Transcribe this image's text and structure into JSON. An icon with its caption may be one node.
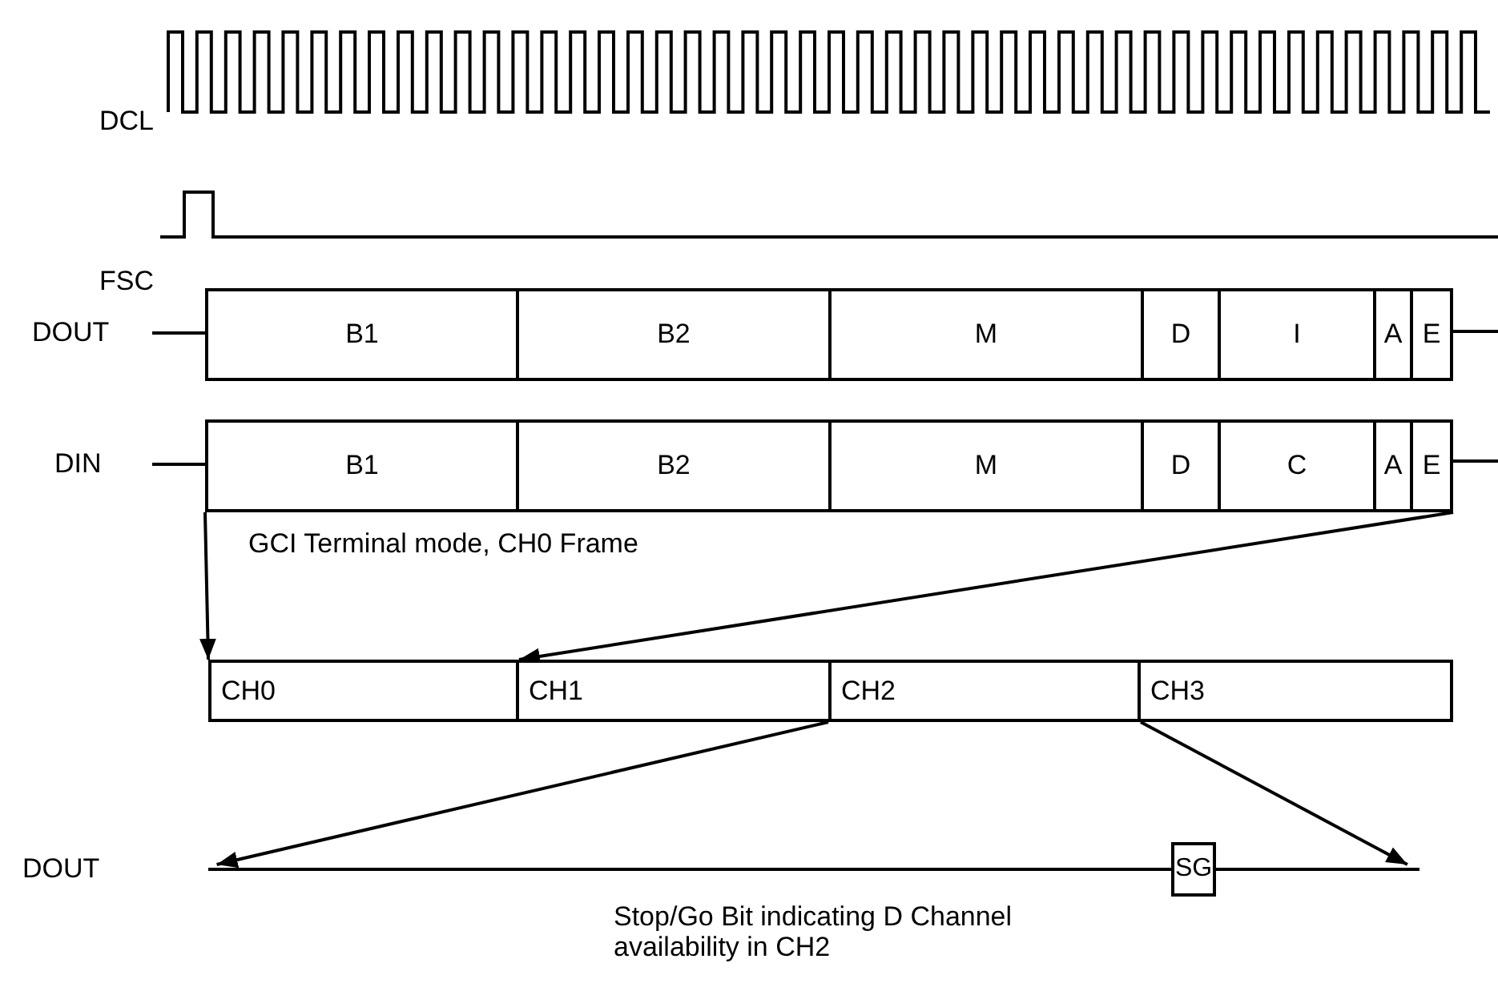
{
  "diagram": {
    "nodes": [
      {
        "text": [
          "B1"
        ]
      },
      {
        "text": [
          "B2"
        ]
      },
      {
        "text": [
          "M"
        ]
      },
      {
        "text": [
          "D"
        ]
      },
      {
        "text": [
          "I"
        ]
      },
      {
        "text": [
          "A"
        ]
      },
      {
        "text": [
          "E"
        ]
      },
      {
        "text": [
          "B1"
        ]
      },
      {
        "text": [
          "B2"
        ]
      },
      {
        "text": [
          "M"
        ]
      },
      {
        "text": [
          "D"
        ]
      },
      {
        "text": [
          "C"
        ]
      },
      {
        "text": [
          "A"
        ]
      },
      {
        "text": [
          "E"
        ]
      },
      {
        "text": [
          "CH0"
        ]
      },
      {
        "text": [
          "CH1"
        ]
      },
      {
        "text": [
          "CH2"
        ]
      },
      {
        "text": [
          "CH3"
        ]
      },
      {
        "text": [],
        "shape": "line"
      },
      {
        "text": [
          "SG"
        ]
      }
    ],
    "edges": [
      {
        "from": 7,
        "to": 14,
        "arrow": "to"
      },
      {
        "from": 13,
        "to": 14,
        "arrow": "to"
      },
      {
        "from": 16,
        "to": 18,
        "arrow": "to"
      },
      {
        "from": 16,
        "to": 18,
        "arrow": "to"
      }
    ],
    "labels": [
      "DCL",
      "FSC",
      "DOUT",
      "DIN",
      "GCI Terminal mode, CH0 Frame",
      "DOUT",
      "Stop/Go Bit indicating D Channel availability in CH2"
    ]
  }
}
